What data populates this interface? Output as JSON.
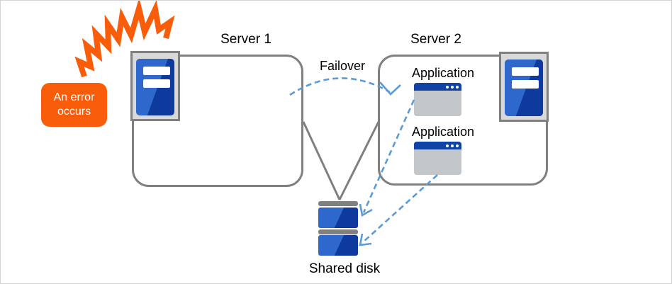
{
  "error_callout": {
    "label": "An error occurs"
  },
  "servers": [
    {
      "label": "Server 1"
    },
    {
      "label": "Server 2"
    }
  ],
  "failover": {
    "label": "Failover"
  },
  "applications": [
    {
      "label": "Application"
    },
    {
      "label": "Application"
    }
  ],
  "shared_disk": {
    "label": "Shared disk"
  },
  "icons": {
    "lightning": "error-burst-icon",
    "server": "server-tower-icon",
    "application": "app-window-icon",
    "disk": "disk-stack-icon"
  },
  "colors": {
    "orange": "#F95D09",
    "border-gray": "#808080",
    "frame-fill": "#D9D9D9",
    "blue-light": "#2E68CC",
    "blue-dark": "#0E3A9E",
    "window-title": "#1143A6",
    "window-body": "#C4C7CA",
    "arrow-blue": "#5B9BD5",
    "canvas-border": "#D4D4D4",
    "text-black": "#000000"
  }
}
